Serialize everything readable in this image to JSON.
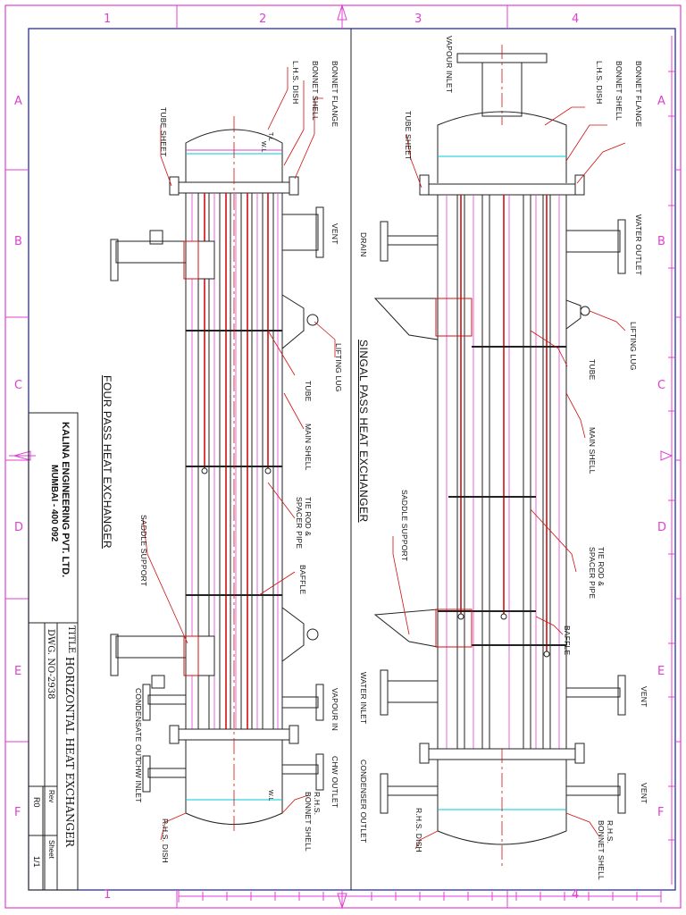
{
  "grid": {
    "cols": [
      "1",
      "2",
      "3",
      "4"
    ],
    "rows": [
      "A",
      "B",
      "C",
      "D",
      "E",
      "F"
    ]
  },
  "title_block": {
    "company": "KALINA ENGINEERING PVT. LTD.",
    "address": "MUMBAI - 400 092",
    "title_label": "TITLE",
    "title": "HORIZONTAL HEAT EXCHANGER",
    "dwg_no": "DWG. NO-2938",
    "rev_label": "Rev",
    "rev": "R0",
    "sheet_label": "Sheet",
    "sheet": "1/1"
  },
  "left_view": {
    "caption": "FOUR PASS HEAT EXCHANGER",
    "labels": {
      "bonnet_flange": "BONNET FLANGE",
      "bonnet_shell": "BONNET SHELL",
      "lhs_dish": "L.H.S. DISH",
      "tube_sheet": "TUBE SHEET",
      "tl": "T.L",
      "wl": "W.L",
      "vent": "VENT",
      "lifting_lug": "LIFTING LUG",
      "tube": "TUBE",
      "main_shell": "MAIN SHELL",
      "tie_rod": "TIE ROD &",
      "spacer_pipe": "SPACER PIPE",
      "baffle": "BAFFLE",
      "saddle_support": "SADDLE SUPPORT",
      "vapour_in": "VAPOUR IN",
      "condensate_out": "CONDENSATE OUT",
      "chw_outlet": "CHW OUTLET",
      "chw_inlet": "CHW INLET",
      "wl2": "W.L",
      "rhs_bonnet": "R.H.S.",
      "rhs_bonnet2": "BONNET SHELL",
      "rhs_dish": "R.H.S. DISH"
    }
  },
  "right_view": {
    "caption": "SINGAL PASS HEAT EXCHANGER",
    "labels": {
      "vapour_inlet": "VAPOUR INLET",
      "bonnet_flange": "BONNET FLANGE",
      "bonnet_shell": "BONNET SHELL",
      "lhs_dish": "L.H.S. DISH",
      "tube_sheet": "TUBE SHEET",
      "drain": "DRAIN",
      "water_outlet": "WATER OUTLET",
      "lifting_lug": "LIFTING LUG",
      "tube": "TUBE",
      "main_shell": "MAIN SHELL",
      "saddle_support": "SADDLE SUPPORT",
      "tie_rod": "TIE ROD &",
      "spacer_pipe": "SPACER PIPE",
      "baffle": "BAFFLE",
      "water_inlet": "WATER INLET",
      "vent1": "VENT",
      "vent2": "VENT",
      "condenser_outlet": "CONDENSER OUTLET",
      "rhs_dish": "R.H.S. DISH",
      "rhs_bonnet": "R.H.S.",
      "rhs_bonnet2": "BONNET SHELL"
    }
  },
  "colors": {
    "frame": "#e040d0",
    "outline": "#222222",
    "accent_red": "#d01010",
    "cyan": "#00c8d8",
    "dark": "#333333"
  }
}
